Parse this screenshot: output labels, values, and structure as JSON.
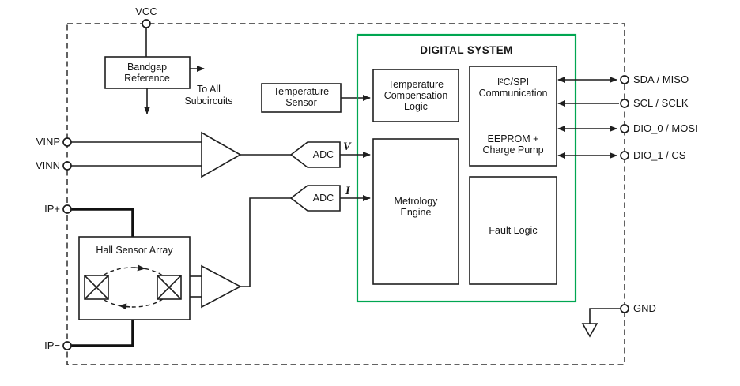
{
  "title": "DIGITAL SYSTEM",
  "colors": {
    "green": "#00A651",
    "line": "#1f1f1f"
  },
  "pins": {
    "vcc": "VCC",
    "vinp": "VINP",
    "vinn": "VINN",
    "ip_plus": "IP+",
    "ip_minus": "IP−",
    "sda": "SDA / MISO",
    "scl": "SCL / SCLK",
    "dio0": "DIO_0 / MOSI",
    "dio1": "DIO_1 / CS",
    "gnd": "GND"
  },
  "blocks": {
    "bandgap_l1": "Bandgap",
    "bandgap_l2": "Reference",
    "to_all_l1": "To All",
    "to_all_l2": "Subcircuits",
    "temp_sensor_l1": "Temperature",
    "temp_sensor_l2": "Sensor",
    "temp_comp_l1": "Temperature",
    "temp_comp_l2": "Compensation",
    "temp_comp_l3": "Logic",
    "comm_l1": "I²C/SPI",
    "comm_l2": "Communication",
    "comm_l3": "EEPROM +",
    "comm_l4": "Charge Pump",
    "metrology_l1": "Metrology",
    "metrology_l2": "Engine",
    "fault_l1": "Fault Logic",
    "hall_l1": "Hall Sensor Array",
    "adc_v": "ADC",
    "adc_i": "ADC",
    "v_label": "V",
    "i_label": "I"
  }
}
